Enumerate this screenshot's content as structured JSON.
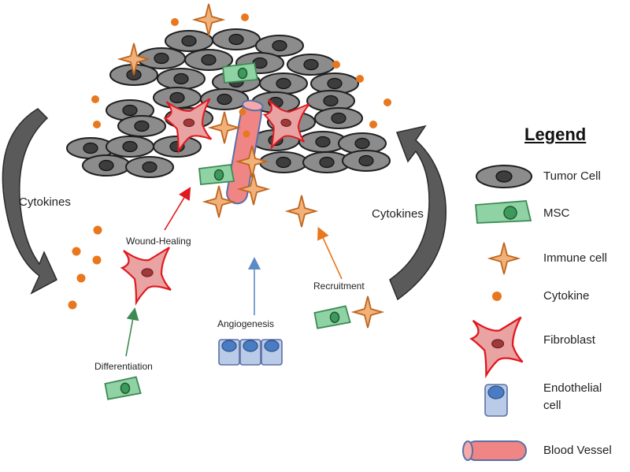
{
  "labels": {
    "cytokines_left": "Cytokines",
    "cytokines_right": "Cytokines",
    "wound_healing": "Wound-Healing",
    "angiogenesis": "Angiogenesis",
    "recruitment": "Recruitment",
    "differentiation": "Differentiation"
  },
  "legend": {
    "title": "Legend",
    "items": [
      {
        "label": "Tumor Cell",
        "icon": "tumor-cell-icon"
      },
      {
        "label": "MSC",
        "icon": "msc-icon"
      },
      {
        "label": "Immune cell",
        "icon": "immune-cell-icon"
      },
      {
        "label": "Cytokine",
        "icon": "cytokine-icon"
      },
      {
        "label": "Fibroblast",
        "icon": "fibroblast-icon"
      },
      {
        "label": "Endothelial\ncell",
        "icon": "endothelial-cell-icon"
      },
      {
        "label": "Blood Vessel",
        "icon": "blood-vessel-icon"
      }
    ]
  },
  "colors": {
    "tumor_fill": "#8c8c8c",
    "tumor_nucleus": "#3d3d3d",
    "msc_fill": "#8fd3a4",
    "msc_stroke": "#3e8a55",
    "immune_fill": "#f0b27a",
    "immune_stroke": "#c0651e",
    "cytokine": "#e8771e",
    "fibroblast_fill": "#e9a3a3",
    "fibroblast_stroke": "#e0191f",
    "endothelial_fill": "#b9cbe6",
    "endothelial_nucleus": "#4a7cc4",
    "vessel_fill": "#f08585",
    "vessel_stroke": "#5b6fa8",
    "arrow_red": "#e0191f",
    "arrow_blue": "#5b8ac7",
    "arrow_orange": "#e8771e",
    "arrow_green": "#3e8a55"
  }
}
